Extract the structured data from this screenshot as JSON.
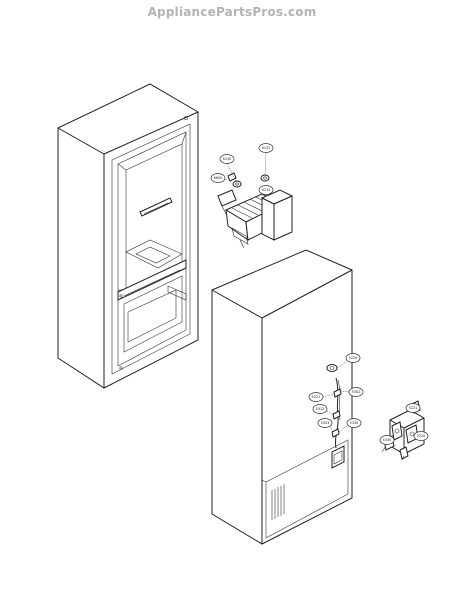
{
  "watermark": "AppliancePartsPros.com",
  "callouts": {
    "ice_a": "6130",
    "ice_b": "6131",
    "ice_c": "6600",
    "ice_d": "6132",
    "rear_a": "5220",
    "rear_b": "5221",
    "rear_c": "5302",
    "rear_d": "5312",
    "rear_e": "5303",
    "rear_f": "5330",
    "valve_a": "5221",
    "valve_b": "5220",
    "valve_c": "5330"
  }
}
